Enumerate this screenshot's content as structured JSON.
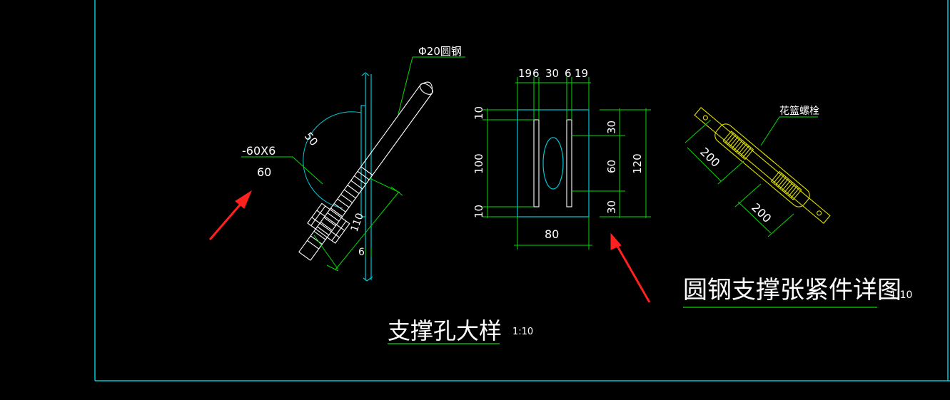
{
  "colors": {
    "background": "#000000",
    "frame": "#00c8d6",
    "plate": "#00c8d6",
    "steel": "#ffffff",
    "dimension": "#00dd00",
    "bolt": "#dddd00",
    "arrow": "#ff2020",
    "text": "#ffffff"
  },
  "support_hole": {
    "plate_label": "-60X6",
    "plate_width": "60",
    "rod_label": "Φ20圆钢",
    "dims": {
      "angle_radius": "50",
      "length": "110",
      "thickness": "6"
    },
    "title": "支撑孔大样",
    "scale": "1:10"
  },
  "plate_view": {
    "top_dims": [
      "19",
      "6",
      "30",
      "6",
      "19"
    ],
    "left_dims": [
      "10",
      "100",
      "10"
    ],
    "right_dims": [
      "30",
      "60",
      "30"
    ],
    "height_dim": "120",
    "width_dim": "80"
  },
  "turnbuckle": {
    "label": "花篮螺栓",
    "dims": [
      "200",
      "200"
    ],
    "title": "圆钢支撑张紧件详图",
    "scale": "1:10"
  }
}
